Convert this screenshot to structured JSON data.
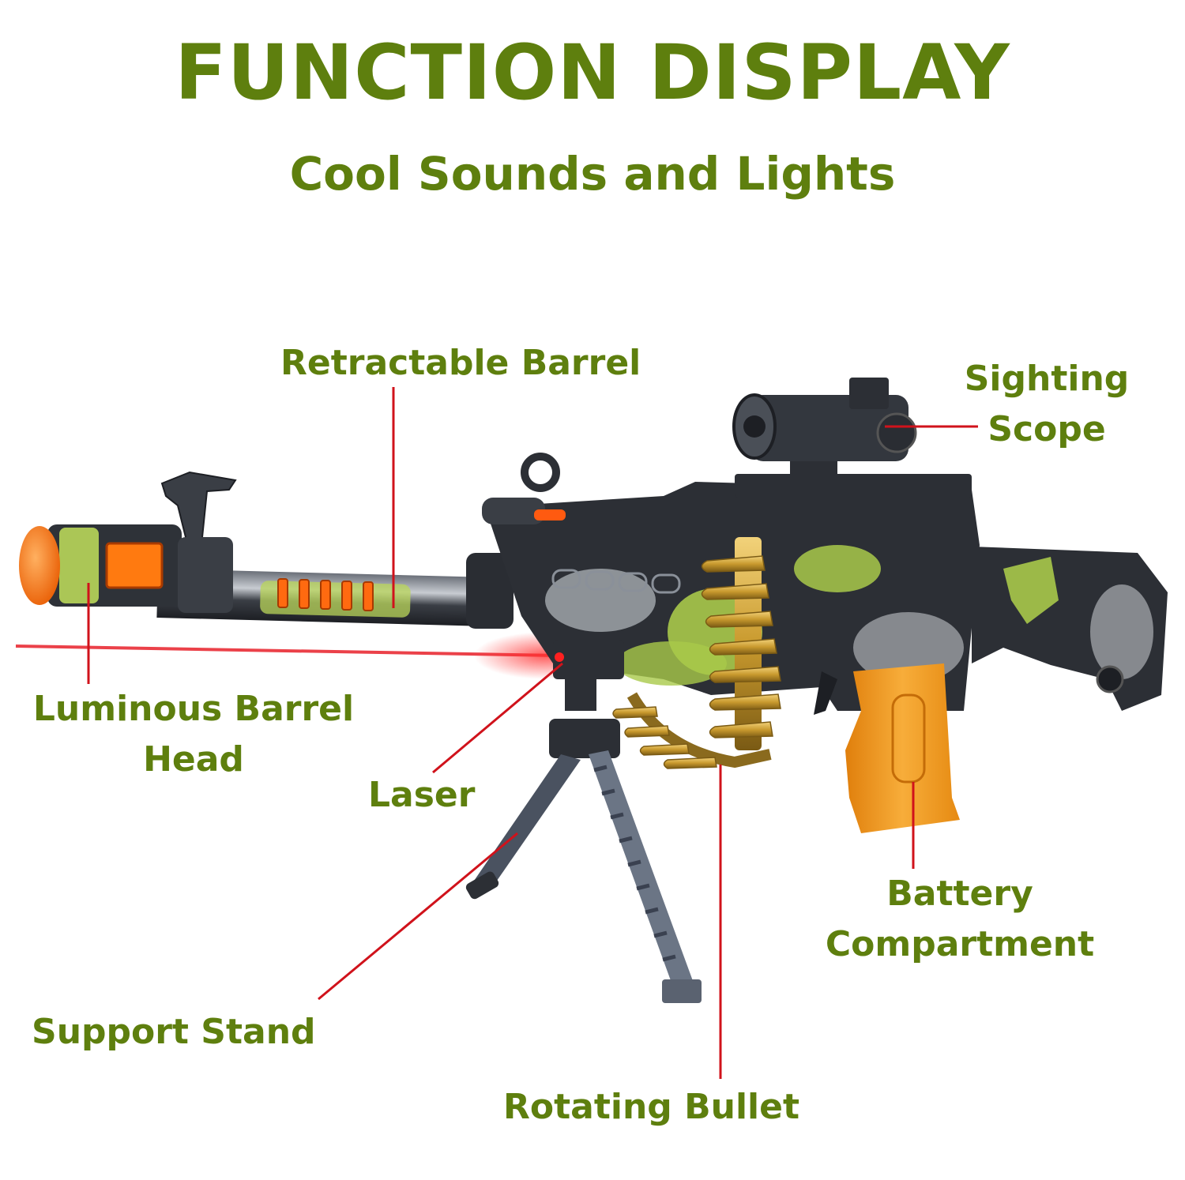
{
  "header": {
    "title": "FUNCTION DISPLAY",
    "subtitle": "Cool Sounds and Lights"
  },
  "callouts": [
    {
      "id": "retractable-barrel",
      "label": "Retractable Barrel"
    },
    {
      "id": "sighting-scope",
      "label_line1": "Sighting",
      "label_line2": "Scope"
    },
    {
      "id": "luminous-barrel-head",
      "label_line1": "Luminous Barrel",
      "label_line2": "Head"
    },
    {
      "id": "laser",
      "label": "Laser"
    },
    {
      "id": "battery-compartment",
      "label_line1": "Battery",
      "label_line2": "Compartment"
    },
    {
      "id": "support-stand",
      "label": "Support Stand"
    },
    {
      "id": "rotating-bullet",
      "label": "Rotating Bullet"
    }
  ],
  "colors": {
    "label_green": "#5e7f0e",
    "leader_red": "#d0121b",
    "laser_red": "#e8202a",
    "body_dark": "#2c2f35",
    "camo_green": "#a9c94a",
    "grip_orange": "#f39a1e",
    "bullet_gold": "#c99a2e",
    "muzzle_orange": "#ff7a10"
  }
}
